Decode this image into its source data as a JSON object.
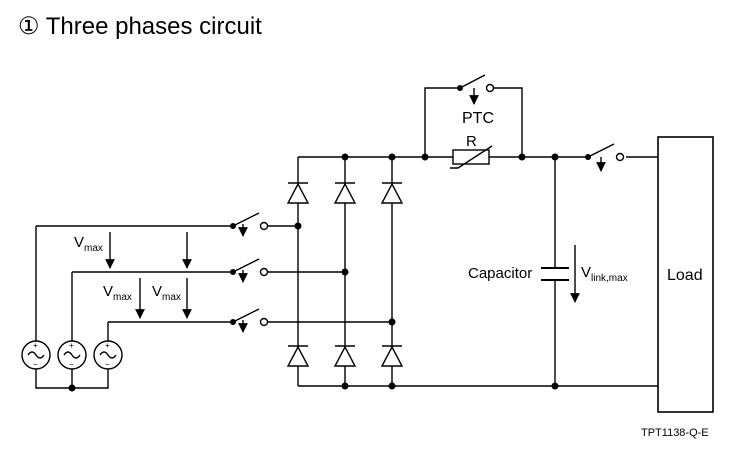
{
  "title": {
    "symbol": "①",
    "text": "Three phases circuit"
  },
  "labels": {
    "ptc": "PTC",
    "r": "R",
    "capacitor": "Capacitor",
    "load": "Load",
    "vmax": "V",
    "vmax_sub": "max",
    "vlink": "V",
    "vlink_sub": "link,max",
    "code": "TPT1138-Q-E"
  },
  "icons": [
    "ac-source-icon",
    "switch-icon",
    "diode-icon",
    "resistor-icon",
    "capacitor-icon"
  ],
  "colors": {
    "line": "#000000",
    "background": "#ffffff"
  }
}
